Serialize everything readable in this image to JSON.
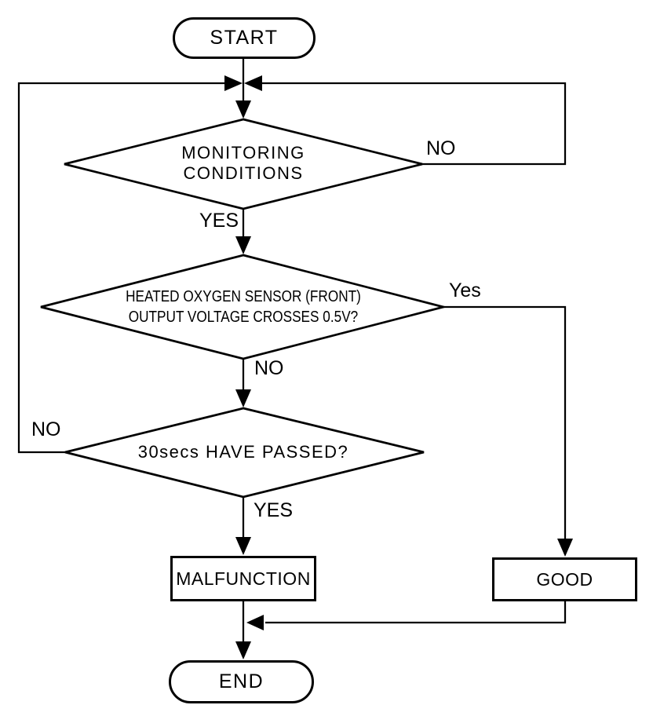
{
  "nodes": {
    "start": {
      "label": "START"
    },
    "monitoring": {
      "lines": [
        "MONITORING",
        "CONDITIONS"
      ]
    },
    "sensor": {
      "lines": [
        "HEATED OXYGEN SENSOR (FRONT)",
        "OUTPUT VOLTAGE CROSSES 0.5V?"
      ]
    },
    "timer": {
      "label": "30secs HAVE PASSED?"
    },
    "malfunction": {
      "label": "MALFUNCTION"
    },
    "good": {
      "label": "GOOD"
    },
    "end": {
      "label": "END"
    }
  },
  "edge_labels": {
    "monitoring_no": "NO",
    "monitoring_yes": "YES",
    "sensor_yes": "Yes",
    "sensor_no": "NO",
    "timer_no": "NO",
    "timer_yes": "YES"
  },
  "colors": {
    "line": "#000000",
    "background": "#ffffff",
    "text": "#000000"
  }
}
